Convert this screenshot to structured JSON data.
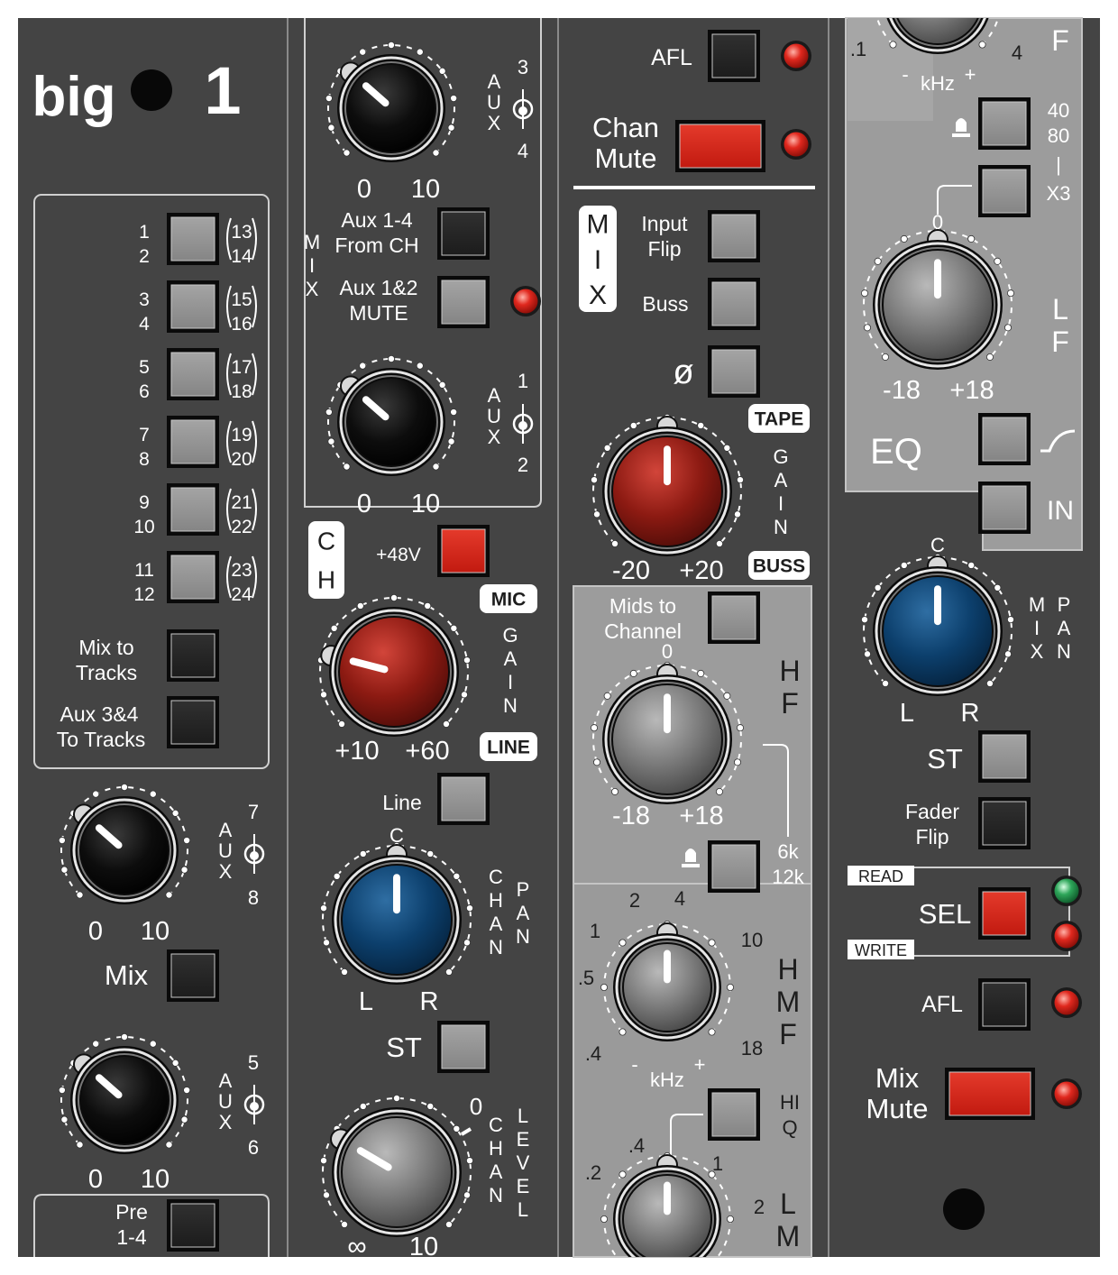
{
  "colors": {
    "panel": "#444444",
    "panel_light": "#9c9c9c",
    "button_grey": "#8f8f8f",
    "button_dark": "#262626",
    "button_red": "#d42417",
    "led_red": "#e0281e",
    "led_green": "#2ea65a",
    "knob_red": "#8c1a12",
    "knob_blue": "#0c3f6c",
    "knob_grey": "#7a7a7a",
    "knob_black": "#0d0d0d"
  },
  "strip1": {
    "logo": "big",
    "number": "1",
    "routing": [
      {
        "a": "1",
        "b": "2",
        "c": "13",
        "d": "14"
      },
      {
        "a": "3",
        "b": "4",
        "c": "15",
        "d": "16"
      },
      {
        "a": "5",
        "b": "6",
        "c": "17",
        "d": "18"
      },
      {
        "a": "7",
        "b": "8",
        "c": "19",
        "d": "20"
      },
      {
        "a": "9",
        "b": "10",
        "c": "21",
        "d": "22"
      },
      {
        "a": "11",
        "b": "12",
        "c": "23",
        "d": "24"
      }
    ],
    "mix_to_tracks": [
      "Mix to",
      "Tracks"
    ],
    "aux34_to_tracks": [
      "Aux 3&4",
      "To Tracks"
    ],
    "aux78": {
      "word": [
        "A",
        "U",
        "X"
      ],
      "top": "7",
      "bottom": "8",
      "min": "0",
      "max": "10"
    },
    "mix": "Mix",
    "aux56": {
      "word": [
        "A",
        "U",
        "X"
      ],
      "top": "5",
      "bottom": "6",
      "min": "0",
      "max": "10"
    },
    "pre": [
      "Pre",
      "1-4"
    ]
  },
  "strip2": {
    "aux34": {
      "word": [
        "A",
        "U",
        "X"
      ],
      "top": "3",
      "bottom": "4",
      "min": "0",
      "max": "10"
    },
    "mix_word": [
      "M",
      "I",
      "X"
    ],
    "aux14_from_ch": [
      "Aux 1-4",
      "From CH"
    ],
    "aux12_mute": [
      "Aux 1&2",
      "MUTE"
    ],
    "aux12": {
      "word": [
        "A",
        "U",
        "X"
      ],
      "top": "1",
      "bottom": "2",
      "min": "0",
      "max": "10"
    },
    "ch_badge": [
      "C",
      "H"
    ],
    "phantom": "+48V",
    "mic": "MIC",
    "line_badge": "LINE",
    "gain_word": [
      "G",
      "A",
      "I",
      "N"
    ],
    "gain_min": "+10",
    "gain_max": "+60",
    "line": "Line",
    "pan_c": "C",
    "pan_l": "L",
    "pan_r": "R",
    "chan_word": [
      "C",
      "H",
      "A",
      "N"
    ],
    "pan_word": [
      "P",
      "A",
      "N"
    ],
    "st": "ST",
    "level_zero": "0",
    "level_word": [
      "L",
      "E",
      "V",
      "E",
      "L"
    ],
    "level_min": "∞",
    "level_max": "10"
  },
  "strip3": {
    "afl": "AFL",
    "chan_mute": [
      "Chan",
      "Mute"
    ],
    "mix_badge": [
      "M",
      "I",
      "X"
    ],
    "input_flip": [
      "Input",
      "Flip"
    ],
    "buss": "Buss",
    "phase": "ø",
    "tape": "TAPE",
    "buss_badge": "BUSS",
    "gain_word": [
      "G",
      "A",
      "I",
      "N"
    ],
    "gain_min": "-20",
    "gain_max": "+20",
    "mids_to_channel": [
      "Mids to",
      "Channel"
    ],
    "hf_zero": "0",
    "hf_word": [
      "H",
      "F"
    ],
    "hf_min": "-18",
    "hf_max": "+18",
    "hf_freq": [
      "6k",
      "12k"
    ],
    "hmf_scale": [
      "2",
      "4",
      "1",
      ".5",
      ".4",
      "10",
      "18"
    ],
    "hmf_unit": [
      "-",
      "kHz",
      "+"
    ],
    "hmf_word": [
      "H",
      "M",
      "F"
    ],
    "hi_q": [
      "HI",
      "Q"
    ],
    "lmf_scale": [
      ".4",
      "1",
      ".2",
      "2"
    ],
    "lmf_word": [
      "L",
      "M"
    ]
  },
  "strip4": {
    "lmf_scale": [
      ".1",
      "4"
    ],
    "lmf_unit": [
      "-",
      "kHz",
      "+"
    ],
    "f": "F",
    "hpf_freq": [
      "40",
      "80",
      "|",
      "X3"
    ],
    "lf_zero": "0",
    "lf_word": [
      "L",
      "F"
    ],
    "lf_min": "-18",
    "lf_max": "+18",
    "eq": "EQ",
    "in": "IN",
    "pan_c": "C",
    "pan_l": "L",
    "pan_r": "R",
    "mix_word": [
      "M",
      "I",
      "X"
    ],
    "pan_word": [
      "P",
      "A",
      "N"
    ],
    "st": "ST",
    "fader_flip": [
      "Fader",
      "Flip"
    ],
    "read": "READ",
    "sel": "SEL",
    "write": "WRITE",
    "afl": "AFL",
    "mix_mute": [
      "Mix",
      "Mute"
    ]
  }
}
